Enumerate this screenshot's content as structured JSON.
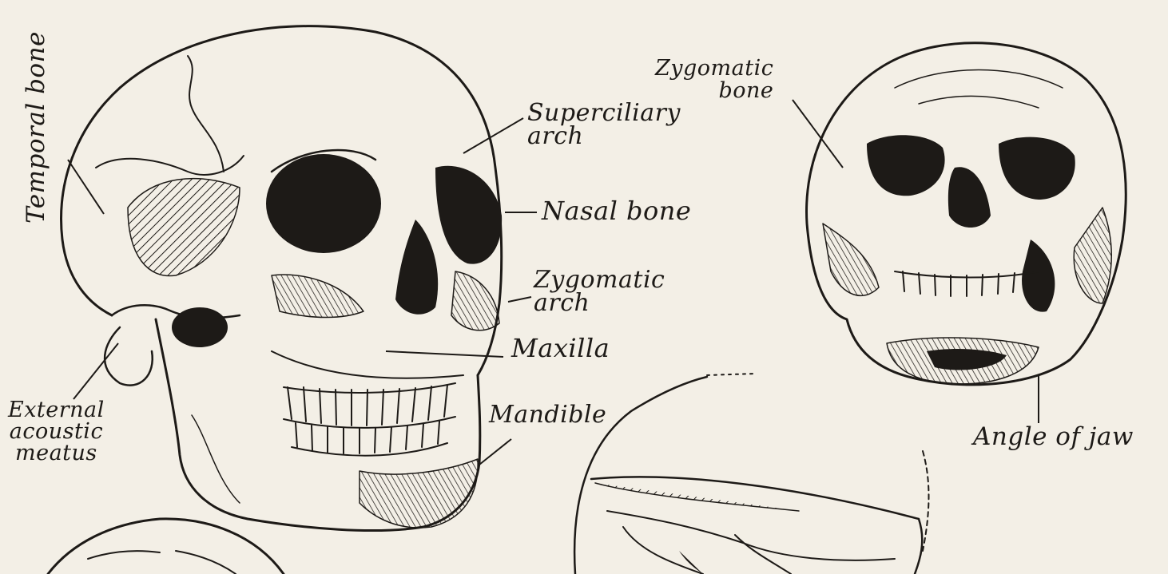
{
  "labels": {
    "temporal_bone": "Temporal bone",
    "superciliary_arch": "Superciliary\narch",
    "nasal_bone": "Nasal bone",
    "zygomatic_arch": "Zygomatic\narch",
    "maxilla": "Maxilla",
    "mandible": "Mandible",
    "external_acoustic_meatus": "External\nacoustic\nmeatus",
    "zygomatic_bone": "Zygomatic\nbone",
    "angle_of_jaw": "Angle of jaw"
  },
  "colors": {
    "paper": "#f3efe6",
    "ink": "#1d1a17"
  }
}
